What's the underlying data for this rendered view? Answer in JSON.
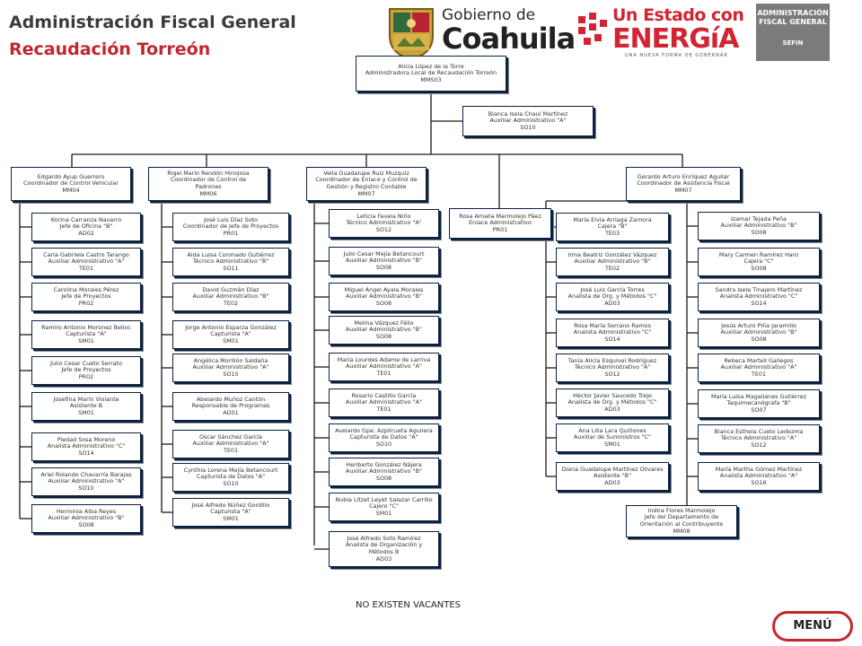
{
  "header": {
    "title_line1": "Administración Fiscal General",
    "title_line2": "Recaudación Torreón"
  },
  "logos": {
    "coahuila_small": "Gobierno de",
    "coahuila_big": "Coahuila",
    "energia_line1": "Un Estado con",
    "energia_line2": "ENERGíA",
    "energia_tagline": "UNA NUEVA FORMA DE GOBERNAR",
    "sefin_line1": "ADMINISTRACIÓN",
    "sefin_line2": "FISCAL GENERAL",
    "sefin_line3": "SEFIN"
  },
  "colors": {
    "title_red": "#c3262f",
    "box_border": "#0b2341",
    "connector": "#1a1a1a"
  },
  "org": {
    "top": [
      "Alicia López de la Torre",
      "Administradora Local de Recaudación Torreón",
      "MMS03"
    ],
    "assistant": [
      "Blanca Isela Chaul Martínez",
      "Auxiliar Administrativo \"A\"",
      "SO10"
    ],
    "enlace": [
      "Rosa Amalia Marmolejo Páez",
      "Enlace Administrativo",
      "PR01"
    ],
    "coordinators": [
      [
        "Edgardo Ayup Guerrero",
        "Coordinador de Control Vehicular",
        "MM04"
      ],
      [
        "Rigel Mario Rendón Hinojosa",
        "Coordinador de Control de",
        "Padrones",
        "MM06"
      ],
      [
        "Velia Guadalupe Ruiz Muzquiz",
        "Coordinador de Enlace y Control de",
        "Gestión y Registro Contable",
        "MM07"
      ],
      [
        "Gerardo Arturo Enríquez Aguilar",
        "Coordinador de Asistencia Fiscal",
        "MM07"
      ]
    ],
    "col1": [
      [
        "Korina Carranza Navarro",
        "Jefe de Oficina \"B\"",
        "AD02"
      ],
      [
        "Carla Gabriela Castro Tarango",
        "Auxiliar Administrativo \"A\"",
        "TE01"
      ],
      [
        "Carolina Morales Pérez",
        "Jefe de Proyectos",
        "PR02"
      ],
      [
        "Ramiro Antonio Moronez Belloc",
        "Capturista \"A\"",
        "SM01"
      ],
      [
        "Julio Cesar Cueto Serrato",
        "Jefe de Proyectos",
        "PR02"
      ],
      [
        "Josefina Marín Violante",
        "Asistente B",
        "SM01"
      ],
      [
        "Piedad Sosa Moreno",
        "Analista Administrativo \"C\"",
        "SO14"
      ],
      [
        "Ariel Rolando Chavarría Barajas",
        "Auxiliar Administrativo \"A\"",
        "SO10"
      ],
      [
        "Herminia Alba Reyes",
        "Auxiliar Administrativo \"B\"",
        "SO08"
      ]
    ],
    "col2": [
      [
        "José Luis Díaz Soto",
        "Coordinador de Jefe de Proyectos",
        "PR01"
      ],
      [
        "Aida Luisa Coronado Gutiérrez",
        "Técnico Administrativo \"B\"",
        "SO11"
      ],
      [
        "David Guzmán Díaz",
        "Auxiliar Administrativo \"B\"",
        "TE02"
      ],
      [
        "Jorge Antonio Esparza González",
        "Capturista \"A\"",
        "SM01"
      ],
      [
        "Angélica Morillón Saldaña",
        "Auxiliar Administrativo \"A\"",
        "SO10"
      ],
      [
        "Abelardo Muñoz Cantón",
        "Responsable de Programas",
        "AD01"
      ],
      [
        "Oscar Sánchez García",
        "Auxiliar Administrativo \"A\"",
        "TE01"
      ],
      [
        "Cynthia Lorena Mejía Betancourt",
        "Capturista de Datos \"A\"",
        "SO10"
      ],
      [
        "José Alfredo Núñez Gordillo",
        "Capturista \"A\"",
        "SM01"
      ]
    ],
    "col3": [
      [
        "Leticia Favela Niño",
        "Técnico Administrativo \"A\"",
        "SO12"
      ],
      [
        "Julio Cesar Mejía Betancourt",
        "Auxiliar Administrativo \"B\"",
        "SO08"
      ],
      [
        "Miguel Ángel Ayala Morales",
        "Auxiliar Administrativo \"B\"",
        "SO08"
      ],
      [
        "Melina Vázquez Félix",
        "Auxiliar Administrativo \"B\"",
        "SO08"
      ],
      [
        "María Lourdes Adame de Larriva",
        "Auxiliar Administrativo \"A\"",
        "TE01"
      ],
      [
        "Rosario Castillo García",
        "Auxiliar Administrativo \"A\"",
        "TE01"
      ],
      [
        "Avelardo Gpe. Azpilcueta Aguilera",
        "Capturista de Datos \"A\"",
        "SO10"
      ],
      [
        "Heriberto González Nájera",
        "Auxiliar Administrativo \"B\"",
        "SO08"
      ],
      [
        "Nubia Litzet Leyet Salazar Carrillo",
        "Cajero \"C\"",
        "SM01"
      ],
      [
        "José Alfredo Soto Ramírez",
        "Analista de Organización y",
        "Métodos B",
        "AD03"
      ]
    ],
    "col4": [
      [
        "María Elvia Arriaga Zamora",
        "Cajera \"B\"",
        "TE03"
      ],
      [
        "Irma Beatriz González Vázquez",
        "Auxiliar Administrativo \"B\"",
        "TE02"
      ],
      [
        "José Luis García Torres",
        "Analista de Org. y Métodos \"C\"",
        "AD03"
      ],
      [
        "Rosa María Serrano Ramos",
        "Analista Administrativo \"C\"",
        "SO14"
      ],
      [
        "Tania Alicia Esquivel Rodríguez",
        "Técnico Administrativo \"A\"",
        "SO12"
      ],
      [
        "Héctor Javier Saucedo Trejo",
        "Analista de Org. y Métodos \"C\"",
        "AD03"
      ],
      [
        "Ana Lilia Lara Quiñones",
        "Auxiliar de Suministros \"C\"",
        "SM01"
      ],
      [
        "Diana Guadalupe Martínez Olivares",
        "Asistente \"B\"",
        "AD03"
      ]
    ],
    "col5": [
      [
        "Izamar Tejada Peña",
        "Auxiliar Administrativo \"B\"",
        "SO08"
      ],
      [
        "Mary Carmen Ramírez Haro",
        "Cajera \"C\"",
        "SO08"
      ],
      [
        "Sandra Isela Tinajero Martínez",
        "Analista Administrativo \"C\"",
        "SO14"
      ],
      [
        "Jesús Arturo Piña Jaramillo",
        "Auxiliar Administrativo \"B\"",
        "SO08"
      ],
      [
        "Rebeca Martell Gallegos",
        "Auxiliar Administrativo \"A\"",
        "TE01"
      ],
      [
        "María Luisa Magallanes Gutiérrez",
        "Taquimecanógrafa \"B\"",
        "SO07"
      ],
      [
        "Blanca Esthela Cueto Ledezma",
        "Técnico Administrativo \"A\"",
        "SO12"
      ],
      [
        "María Martha Gómez Martínez",
        "Analista Administrativo \"A\"",
        "SO16"
      ]
    ],
    "orientacion": [
      "Indira Flores Marmolejo",
      "Jefe del Departamento de",
      "Orientación al Contribuyente",
      "MM08"
    ]
  },
  "footer": {
    "vacancies_note": "NO EXISTEN VACANTES",
    "menu_label": "MENÚ"
  }
}
